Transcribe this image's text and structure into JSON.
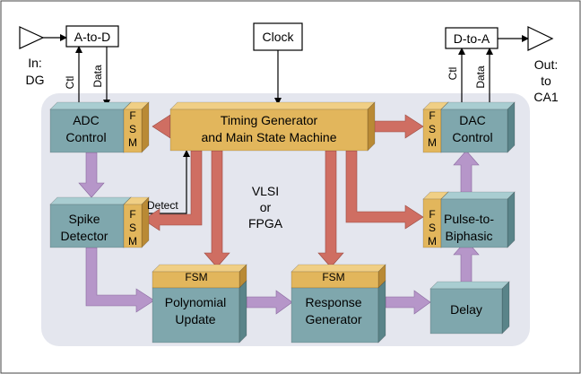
{
  "colors": {
    "background": "#ffffff",
    "panel": "#e4e6ee",
    "block_front": "#7fa7ad",
    "block_top": "#a9cdd1",
    "block_side": "#5a8489",
    "fsm_front": "#e2b65c",
    "fsm_top": "#f0cf85",
    "fsm_side": "#b98a35",
    "red_arrow": "#cf6e62",
    "purple_arrow": "#b696c9"
  },
  "diagram": {
    "input_label": [
      "In:",
      "DG"
    ],
    "output_label": [
      "Out:",
      "to",
      "CA1"
    ],
    "adc_box": "A-to-D",
    "dac_box": "D-to-A",
    "clock": "Clock",
    "ctl_label": "Ctl",
    "data_label": "Data",
    "detect_label": "Detect",
    "fsm_text": "FSM",
    "center_label": [
      "VLSI",
      "or",
      "FPGA"
    ],
    "blocks": {
      "timing": [
        "Timing Generator",
        "and Main State Machine"
      ],
      "adc_control": [
        "ADC",
        "Control"
      ],
      "dac_control": [
        "DAC",
        "Control"
      ],
      "spike_detector": [
        "Spike",
        "Detector"
      ],
      "pulse_to_biphasic": [
        "Pulse-to-",
        "Biphasic"
      ],
      "polynomial_update": [
        "Polynomial",
        "Update"
      ],
      "response_generator": [
        "Response",
        "Generator"
      ],
      "delay": "Delay"
    }
  }
}
